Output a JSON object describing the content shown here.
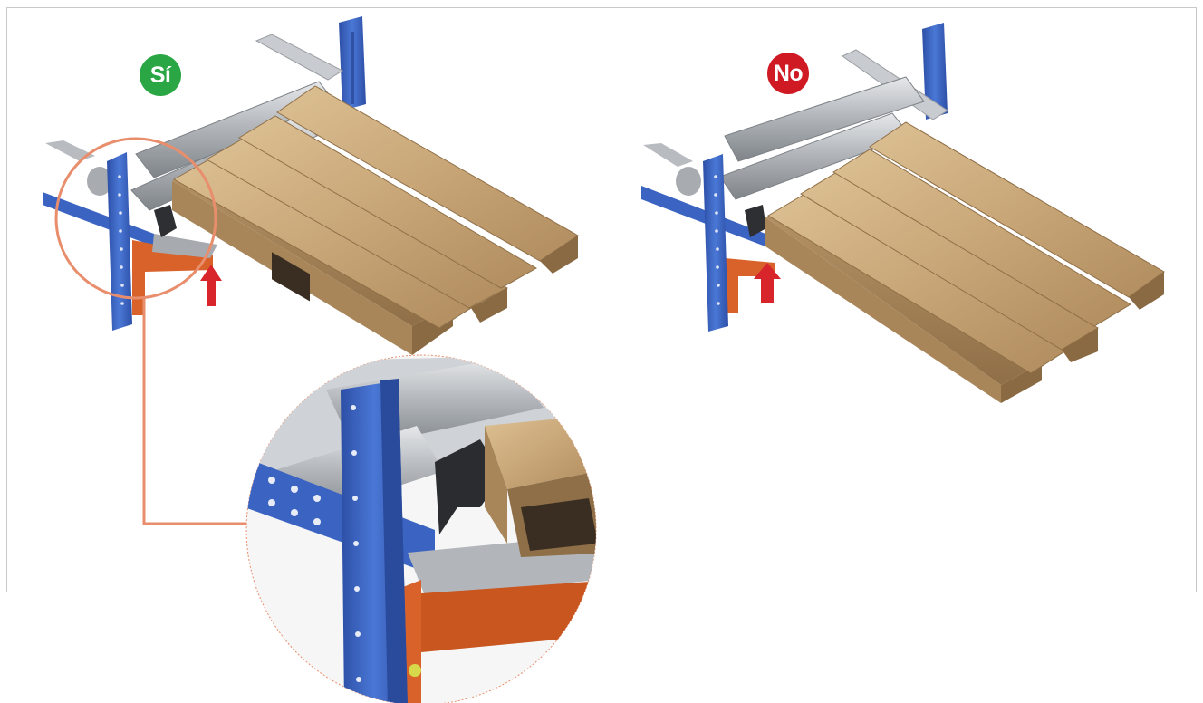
{
  "badges": {
    "yes_label": "Sí",
    "no_label": "No"
  },
  "colors": {
    "yes": "#2aa744",
    "no": "#cf1a24",
    "upright": "#3a63c2",
    "bracket": "#d9622b",
    "highlight_circle": "#e88e6c",
    "arrow": "#d8242b",
    "roller": "#b9bcc0",
    "pallet_wood": "#cfae82"
  },
  "icons": {
    "yes": "check-badge",
    "no": "cross-badge",
    "arrow": "up-arrow-icon"
  }
}
